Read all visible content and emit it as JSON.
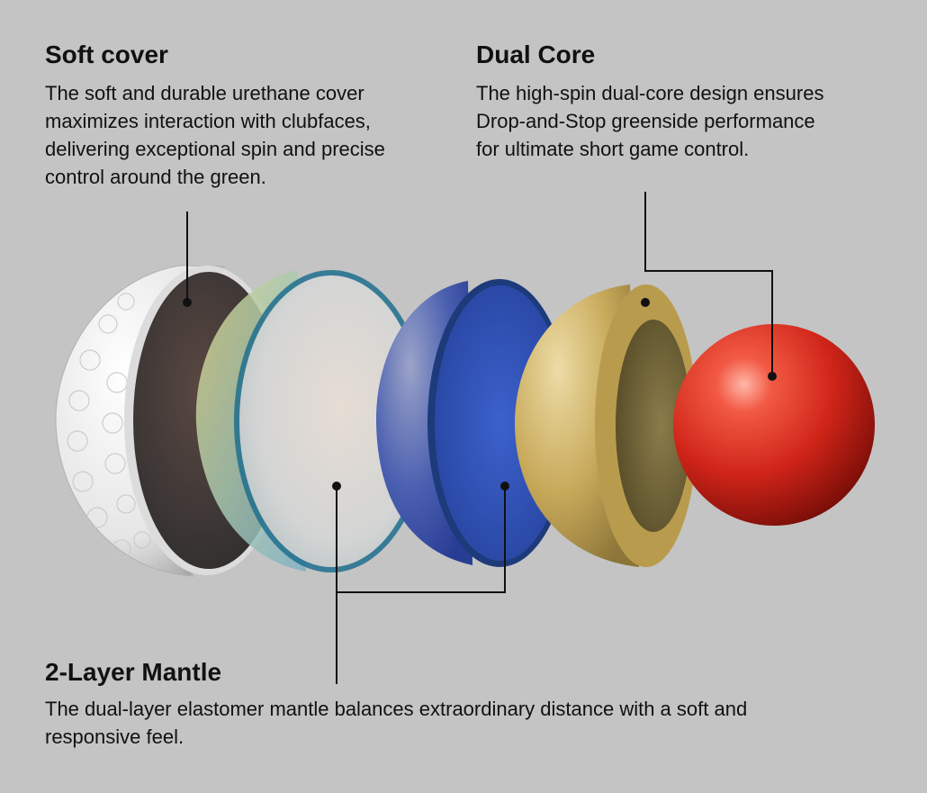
{
  "soft_cover": {
    "title": "Soft cover",
    "description": "The soft and durable urethane cover\nmaximizes interaction with clubfaces,\ndelivering exceptional spin and precise\ncontrol around the green."
  },
  "dual_core": {
    "title": "Dual Core",
    "description": "The high-spin dual-core design ensures\nDrop-and-Stop greenside performance\nfor ultimate short game control."
  },
  "mantle": {
    "title": "2-Layer Mantle",
    "description": "The dual-layer elastomer mantle balances extraordinary distance with a soft and\nresponsive feel."
  },
  "colors": {
    "background": "#c4c4c4",
    "cover": "#f2f2f2",
    "mantle_outer": "#d9dad6",
    "mantle_inner": "#2f4fb0",
    "core_outer": "#c8a95a",
    "core_inner": "#d42718"
  }
}
